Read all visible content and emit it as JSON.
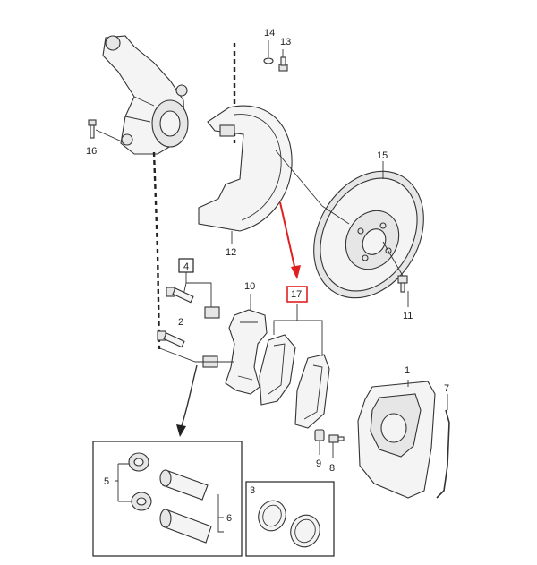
{
  "callouts": {
    "c1": "1",
    "c2": "2",
    "c3": "3",
    "c4": "4",
    "c5": "5",
    "c6": "6",
    "c7": "7",
    "c8": "8",
    "c9": "9",
    "c10": "10",
    "c11": "11",
    "c12": "12",
    "c13": "13",
    "c14": "14",
    "c15": "15",
    "c16": "16",
    "c17": "17"
  },
  "colors": {
    "highlight": "#e02020",
    "ink": "#333333"
  }
}
